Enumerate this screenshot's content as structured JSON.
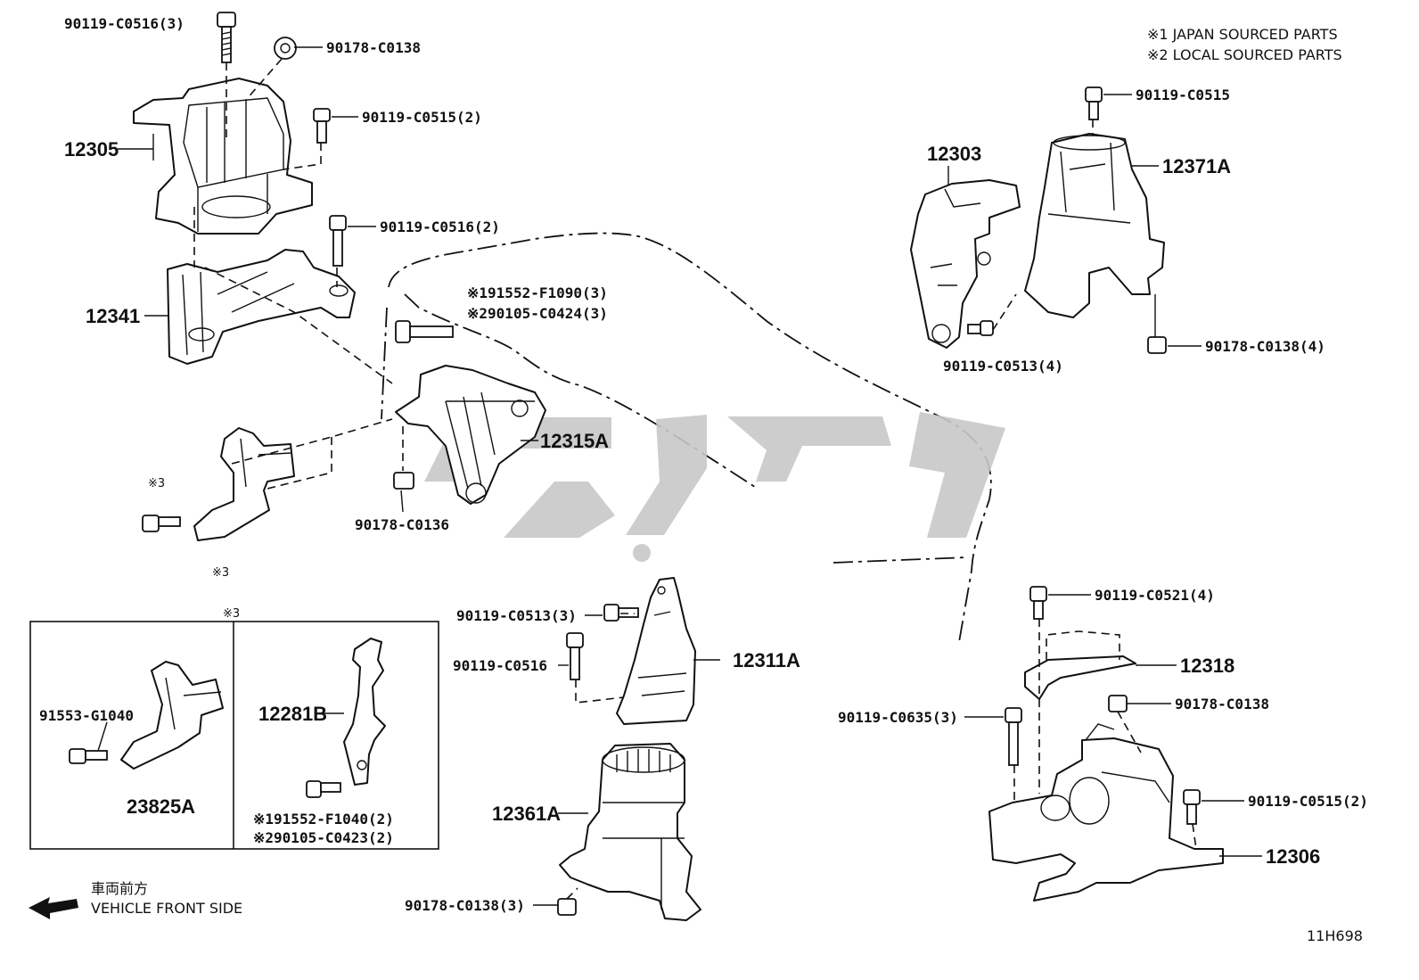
{
  "notes": {
    "japan": "※1 JAPAN SOURCED PARTS",
    "local": "※2 LOCAL SOURCED PARTS"
  },
  "diagram_code": "11H698",
  "direction": {
    "jp": "車両前方",
    "en": "VEHICLE FRONT SIDE"
  },
  "inset": {
    "header_mark": "※3"
  },
  "labels": {
    "b1": "90119-C0516(3)",
    "n1": "90178-C0138",
    "b2": "90119-C0515(2)",
    "p12305": "12305",
    "b3": "90119-C0516(2)",
    "p12341": "12341",
    "s1": "※191552-F1090(3)",
    "s2": "※290105-C0424(3)",
    "p12315A": "12315A",
    "m3a": "※3",
    "m3b": "※3",
    "n2": "90178-C0136",
    "p12303": "12303",
    "b4": "90119-C0515",
    "p12371A": "12371A",
    "b5": "90119-C0513(4)",
    "n3": "90178-C0138(4)",
    "b6": "90119-C0513(3)",
    "b7": "90119-C0516",
    "p12311A": "12311A",
    "b8": "90119-C0521(4)",
    "p12318": "12318",
    "n4": "90178-C0138",
    "b9": "90119-C0635(3)",
    "b10": "90119-C0515(2)",
    "p12306": "12306",
    "p12361A": "12361A",
    "n5": "90178-C0138(3)",
    "b11": "91553-G1040",
    "p23825A": "23825A",
    "p12281B": "12281B",
    "s3": "※191552-F1040(2)",
    "s4": "※290105-C0423(2)"
  },
  "icons": [
    "arrow-left-icon",
    "bolt-icon",
    "nut-icon",
    "watermark-logo"
  ]
}
